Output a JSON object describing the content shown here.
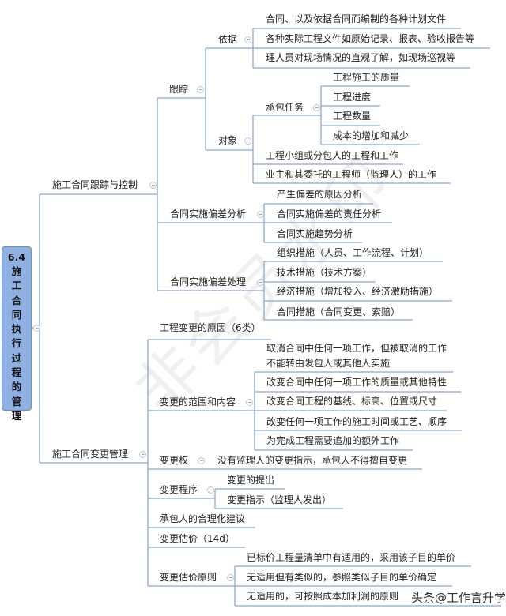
{
  "root": {
    "number": "6.4",
    "title": "施工合同执行过程的管理"
  },
  "tracking_control": {
    "label": "施工合同跟踪与控制",
    "tracking": {
      "label": "跟踪",
      "basis": {
        "label": "依据",
        "items": [
          "合同、以及依据合同而编制的各种计划文件",
          "各种实际工程文件如原始记录、报表、验收报告等",
          "理人员对现场情况的直观了解，如现场巡视等"
        ]
      },
      "objects": {
        "label": "对象",
        "contract_tasks": {
          "label": "承包任务",
          "items": [
            "工程施工的质量",
            "工程进度",
            "工程数量",
            "成本的增加和减少"
          ]
        },
        "items": [
          "工程小组或分包人的工程和工作",
          "业主和其委托的工程师（监理人）的工作"
        ]
      }
    },
    "deviation_analysis": {
      "label": "合同实施偏差分析",
      "items": [
        "产生偏差的原因分析",
        "合同实施偏差的责任分析",
        "合同实施趋势分析"
      ]
    },
    "deviation_handling": {
      "label": "合同实施偏差处理",
      "items": [
        "组织措施（人员、工作流程、计划）",
        "技术措施（技术方案）",
        "经济措施（增加投入、经济激励措施）",
        "合同措施（合同变更、索赔）"
      ]
    }
  },
  "change_management": {
    "label": "施工合同变更管理",
    "causes": "工程变更的原因（6类）",
    "scope": {
      "label": "变更的范围和内容",
      "items": [
        "取消合同中任何一项工作，但被取消的工作",
        "不能转由发包人或其他人实施",
        "改变合同中任何一项工作的质量或其他特性",
        "改变合同工程的基线、标高、位置或尺寸",
        "改变任何一项工作的施工时间或工艺、顺序",
        "为完成工程需要追加的额外工作"
      ]
    },
    "authority": {
      "label": "变更权",
      "item": "没有监理人的变更指示，承包人不得擅自变更"
    },
    "procedure": {
      "label": "变更程序",
      "items": [
        "变更的提出",
        "变更指示（监理人发出）"
      ]
    },
    "rationalization": "承包人的合理化建议",
    "valuation": "变更估价（14d）",
    "valuation_principles": {
      "label": "变更估价原则",
      "items": [
        "已标价工程量清单中有适用的，采用该子目的单价",
        "无适用但有类似的，参照类似子目的单价确定",
        "无适用的，可按照成本加利润的原则"
      ]
    }
  },
  "watermarks": {
    "center": "非会员水印",
    "corner": "头条@工作言升学"
  }
}
